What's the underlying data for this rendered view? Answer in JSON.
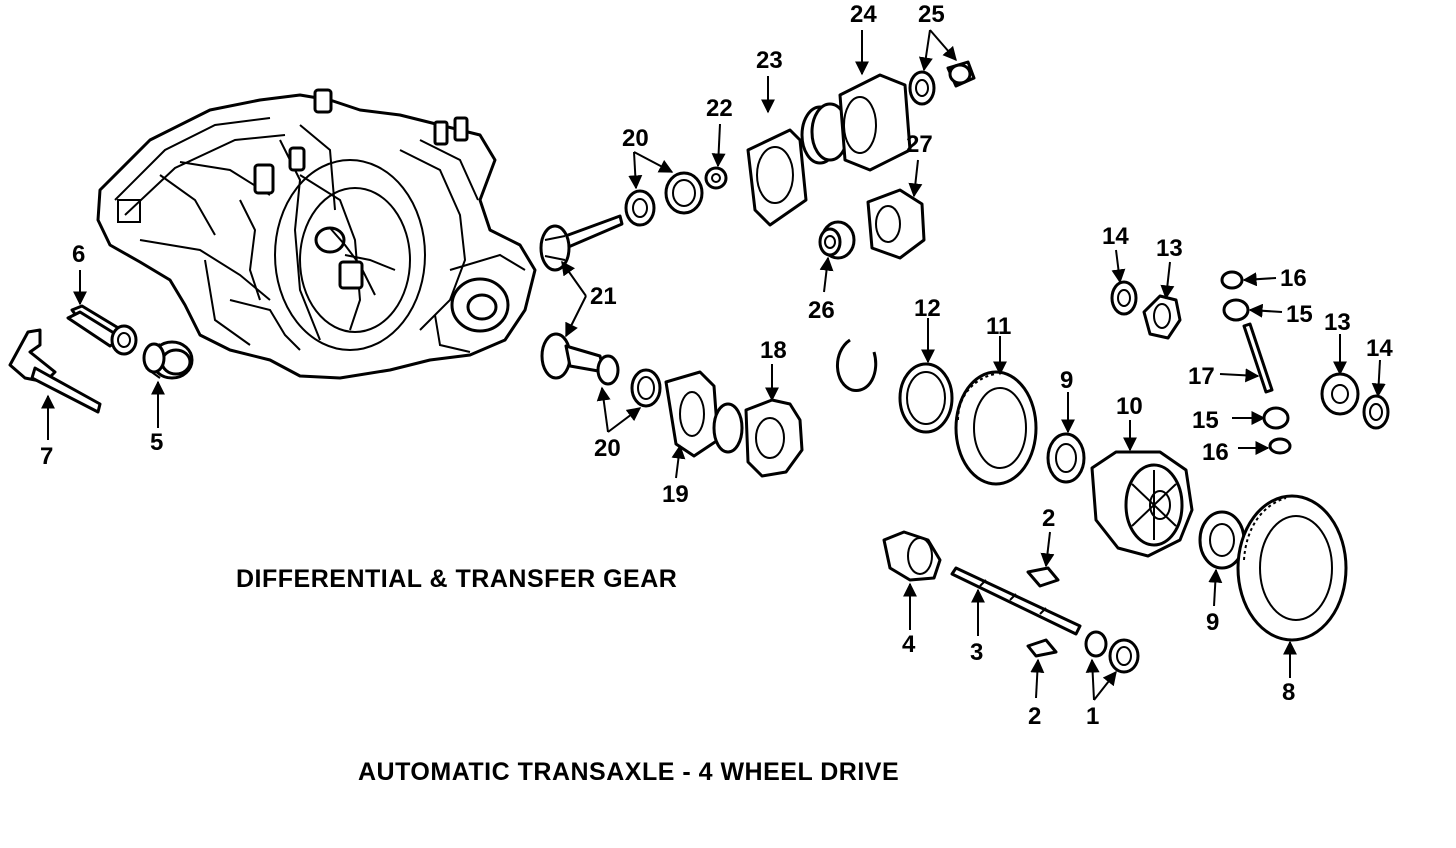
{
  "captions": {
    "subtitle": "DIFFERENTIAL & TRANSFER GEAR",
    "title": "AUTOMATIC TRANSAXLE - 4 WHEEL DRIVE"
  },
  "callouts": [
    {
      "id": "c1",
      "text": "1"
    },
    {
      "id": "c2a",
      "text": "2"
    },
    {
      "id": "c2b",
      "text": "2"
    },
    {
      "id": "c3",
      "text": "3"
    },
    {
      "id": "c4",
      "text": "4"
    },
    {
      "id": "c5",
      "text": "5"
    },
    {
      "id": "c6",
      "text": "6"
    },
    {
      "id": "c7",
      "text": "7"
    },
    {
      "id": "c8",
      "text": "8"
    },
    {
      "id": "c9a",
      "text": "9"
    },
    {
      "id": "c9b",
      "text": "9"
    },
    {
      "id": "c10",
      "text": "10"
    },
    {
      "id": "c11",
      "text": "11"
    },
    {
      "id": "c12",
      "text": "12"
    },
    {
      "id": "c13a",
      "text": "13"
    },
    {
      "id": "c13b",
      "text": "13"
    },
    {
      "id": "c14a",
      "text": "14"
    },
    {
      "id": "c14b",
      "text": "14"
    },
    {
      "id": "c15a",
      "text": "15"
    },
    {
      "id": "c15b",
      "text": "15"
    },
    {
      "id": "c16a",
      "text": "16"
    },
    {
      "id": "c16b",
      "text": "16"
    },
    {
      "id": "c17",
      "text": "17"
    },
    {
      "id": "c18",
      "text": "18"
    },
    {
      "id": "c19",
      "text": "19"
    },
    {
      "id": "c20a",
      "text": "20"
    },
    {
      "id": "c20b",
      "text": "20"
    },
    {
      "id": "c21",
      "text": "21"
    },
    {
      "id": "c22",
      "text": "22"
    },
    {
      "id": "c23",
      "text": "23"
    },
    {
      "id": "c24",
      "text": "24"
    },
    {
      "id": "c25",
      "text": "25"
    },
    {
      "id": "c26",
      "text": "26"
    },
    {
      "id": "c27",
      "text": "27"
    }
  ]
}
